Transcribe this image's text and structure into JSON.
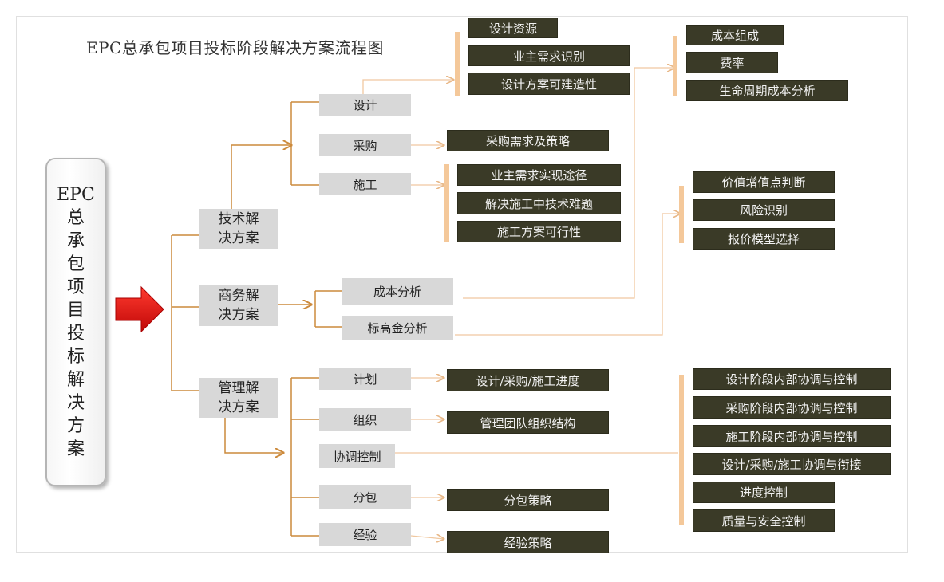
{
  "title": "EPC总承包项目投标阶段解决方案流程图",
  "root": {
    "chars": [
      "EPC",
      "总",
      "承",
      "包",
      "项",
      "目",
      "投",
      "标",
      "解",
      "决",
      "方",
      "案"
    ]
  },
  "categories": {
    "tech": {
      "line1": "技术解",
      "line2": "决方案"
    },
    "biz": {
      "line1": "商务解",
      "line2": "决方案"
    },
    "mgmt": {
      "line1": "管理解",
      "line2": "决方案"
    }
  },
  "tech_items": {
    "design": "设计",
    "procure": "采购",
    "construct": "施工"
  },
  "design_details": [
    "设计资源",
    "业主需求识别",
    "设计方案可建造性"
  ],
  "procure_details": [
    "采购需求及策略"
  ],
  "construct_details": [
    "业主需求实现途径",
    "解决施工中技术难题",
    "施工方案可行性"
  ],
  "biz_items": {
    "cost": "成本分析",
    "bid": "标高金分析"
  },
  "cost_details": [
    "成本组成",
    "费率",
    "生命周期成本分析"
  ],
  "bid_details": [
    "价值增值点判断",
    "风险识别",
    "报价模型选择"
  ],
  "mgmt_items": {
    "plan": "计划",
    "org": "组织",
    "coord": "协调控制",
    "sub": "分包",
    "exp": "经验"
  },
  "plan_details": [
    "设计/采购/施工进度"
  ],
  "org_details": [
    "管理团队组织结构"
  ],
  "coord_details": [
    "设计阶段内部协调与控制",
    "采购阶段内部协调与控制",
    "施工阶段内部协调与控制",
    "设计/采购/施工协调与衔接",
    "进度控制",
    "质量与安全控制"
  ],
  "sub_details": [
    "分包策略"
  ],
  "exp_details": [
    "经验策略"
  ],
  "colors": {
    "connector": "#cc8a3c",
    "connector_light": "#f0c8a0",
    "dark_box": "#3a3a27",
    "gray_box": "#d8d8d8",
    "arrow": "#e0191b"
  }
}
